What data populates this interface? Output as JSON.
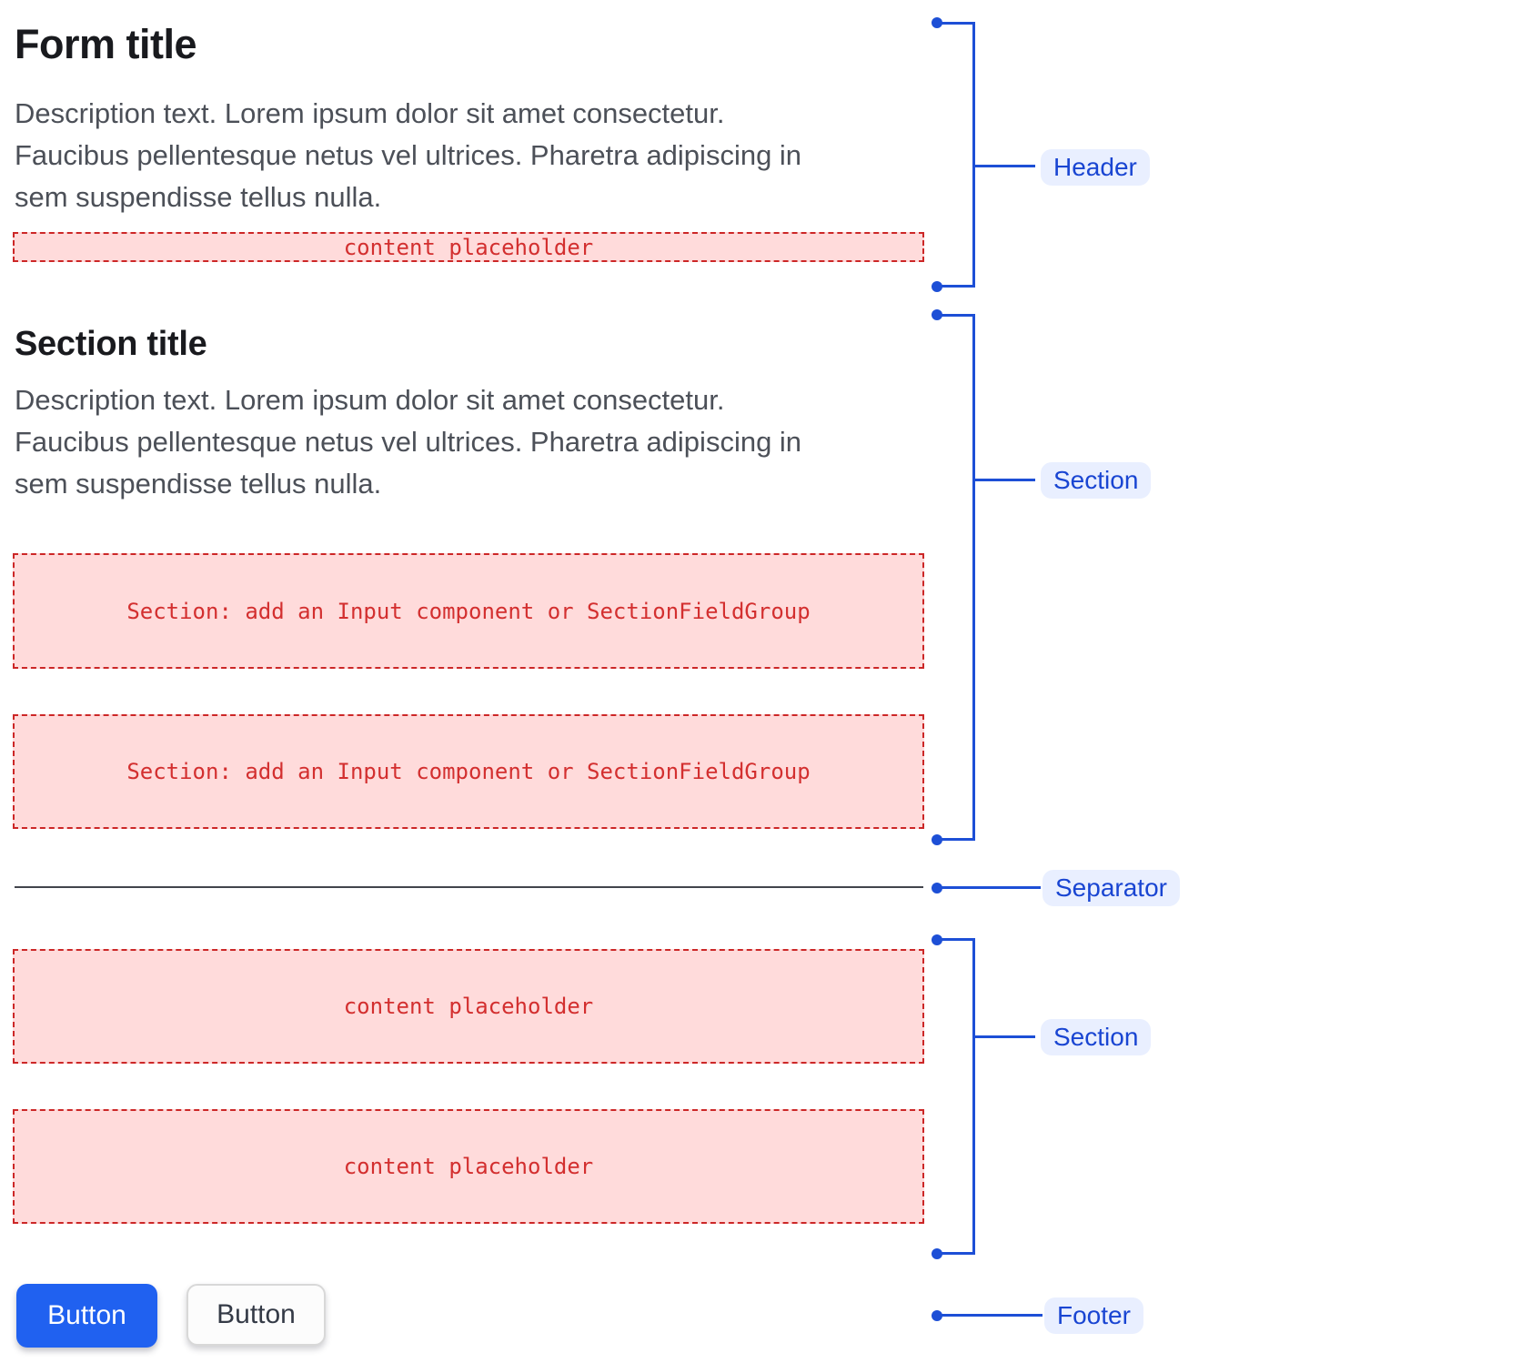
{
  "form": {
    "title": "Form title",
    "description_lines": [
      "Description text. Lorem ipsum dolor sit amet consectetur.",
      "Faucibus pellentesque netus vel ultrices. Pharetra adipiscing in",
      "sem suspendisse tellus nulla."
    ],
    "header_placeholder": "content placeholder",
    "section": {
      "title": "Section title",
      "description_lines": [
        "Description text. Lorem ipsum dolor sit amet consectetur.",
        "Faucibus pellentesque netus vel ultrices. Pharetra adipiscing in",
        "sem suspendisse tellus nulla."
      ],
      "slot_placeholders": [
        "Section: add an Input component or SectionFieldGroup",
        "Section: add an Input component or SectionFieldGroup"
      ]
    },
    "footer_placeholders": [
      "content placeholder",
      "content placeholder"
    ],
    "buttons": [
      {
        "label": "Button",
        "variant": "primary"
      },
      {
        "label": "Button",
        "variant": "secondary"
      }
    ]
  },
  "annotations": {
    "header": "Header",
    "section_top": "Section",
    "separator": "Separator",
    "section_bottom": "Section",
    "footer": "Footer"
  },
  "colors": {
    "annotation_blue": "#1d4fd6",
    "annotation_label_bg": "#e9efff",
    "annotation_label_text": "#1945d2",
    "placeholder_bg": "#ffdbdb",
    "placeholder_border": "#cc2727",
    "placeholder_text": "#d32f2f",
    "primary_button_bg": "#2061f0",
    "primary_button_text": "#ffffff",
    "secondary_button_bg": "#fcfcfc",
    "secondary_button_text": "#343a46",
    "title_text": "#191a1e",
    "description_text": "#4c5058",
    "separator_line": "#42454c"
  }
}
